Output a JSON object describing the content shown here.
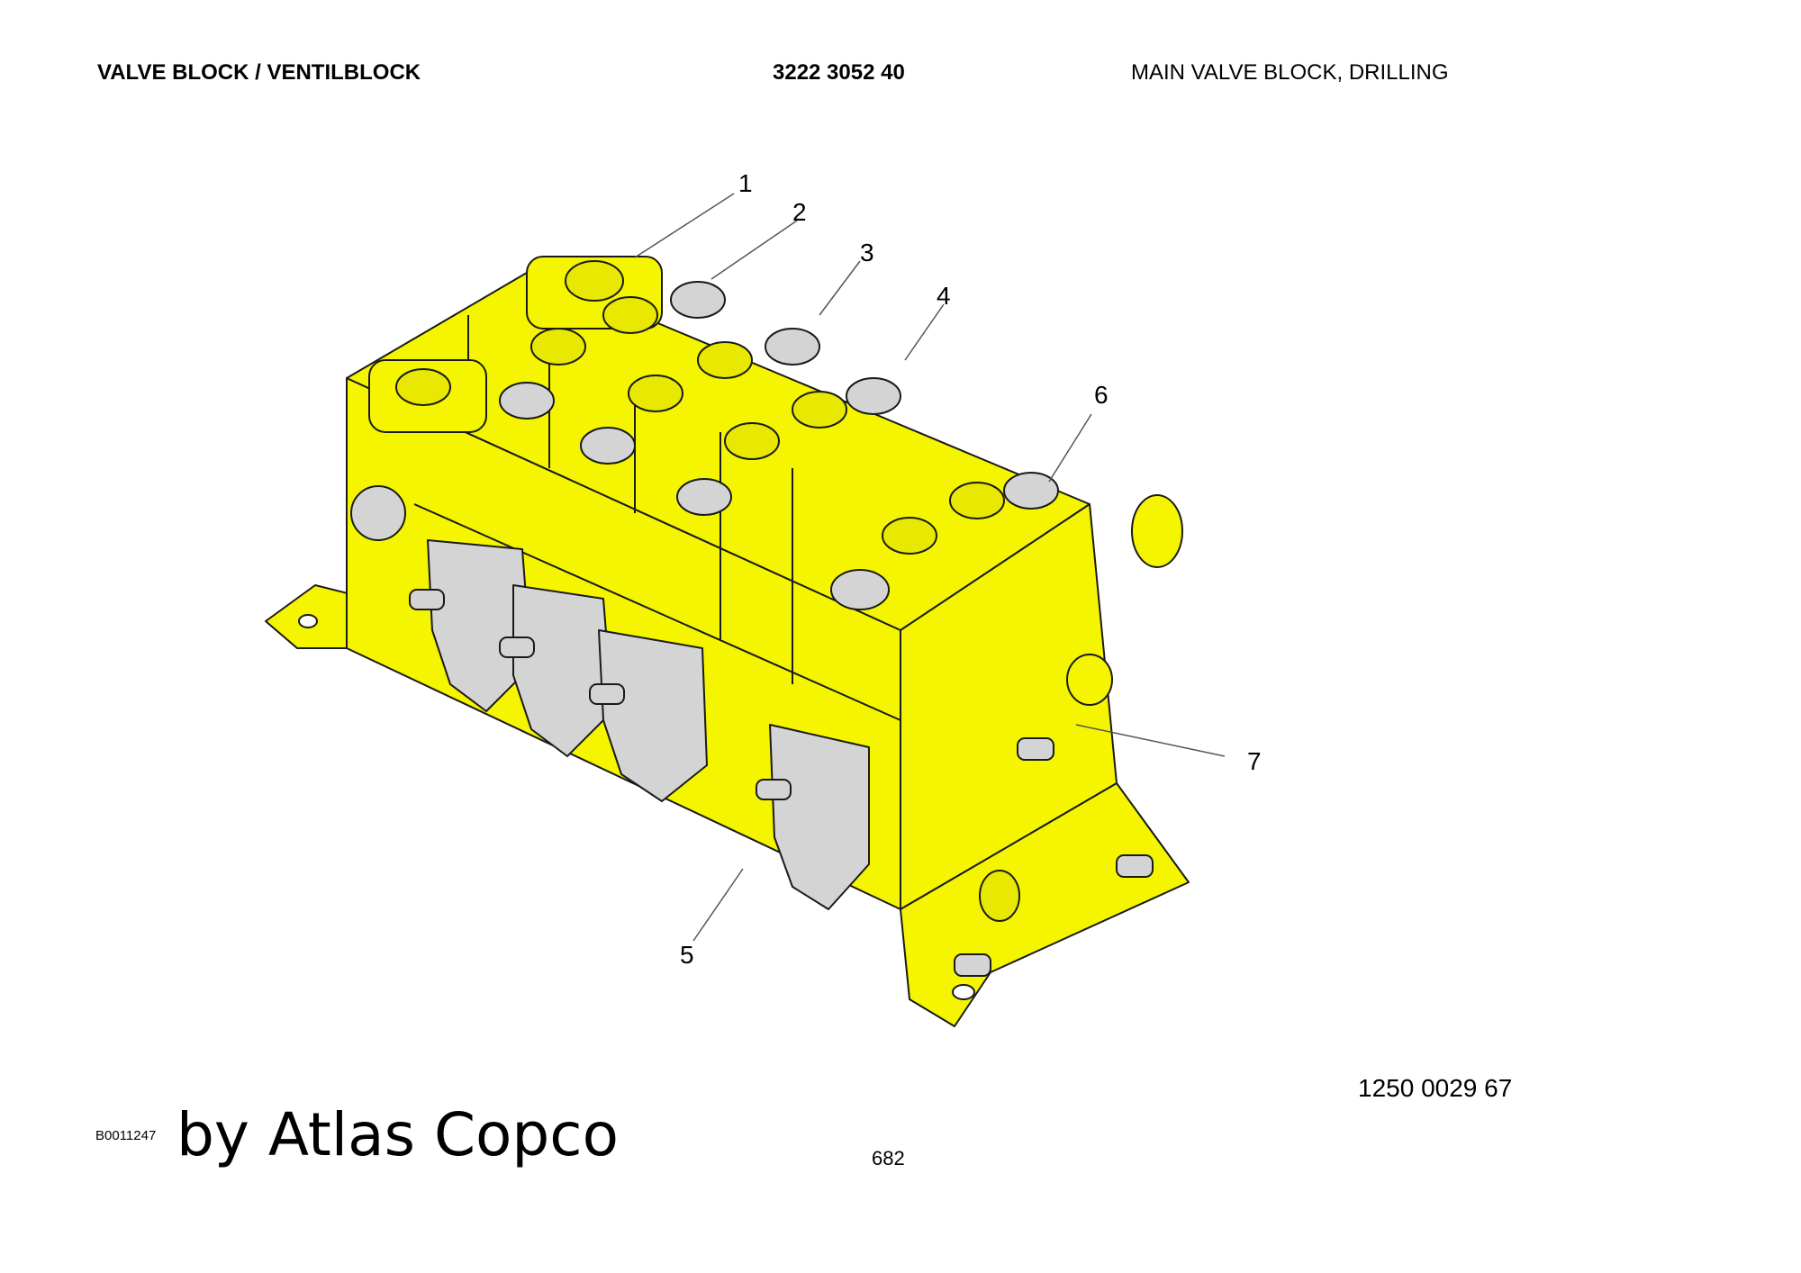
{
  "header": {
    "title": "VALVE BLOCK / VENTILBLOCK",
    "number": "3222 3052 40",
    "description": "MAIN VALVE BLOCK, DRILLING"
  },
  "callouts": [
    "1",
    "2",
    "3",
    "4",
    "5",
    "6",
    "7"
  ],
  "footer": {
    "part_number": "1250 0029 67",
    "page_number": "682",
    "figure_id": "B0011247",
    "watermark": "by Atlas Copco"
  },
  "colors": {
    "body": "#f5f500",
    "fitting": "#d4d4d4",
    "outline": "#1a1a1a"
  }
}
